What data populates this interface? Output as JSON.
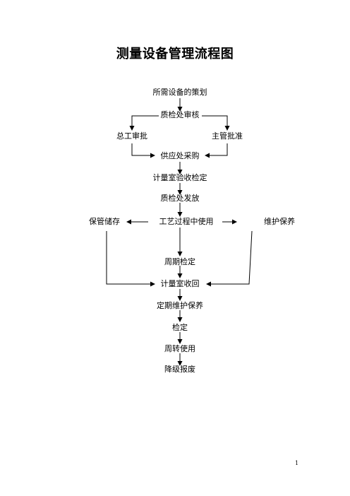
{
  "title": "测量设备管理流程图",
  "nodes": {
    "planning": "所需设备的策划",
    "qc_review": "质检处审核",
    "chief_engineer": "总工审批",
    "supervisor": "主管批准",
    "procurement": "供应处采购",
    "acceptance": "计量室验收检定",
    "issue": "质检处发放",
    "storage": "保管储存",
    "in_use": "工艺过程中使用",
    "maintenance": "维护保养",
    "periodic_check": "周期检定",
    "recall": "计量室收回",
    "regular_maintenance": "定期维护保养",
    "verification": "检定",
    "rotation": "周转使用",
    "scrap": "降级报废"
  },
  "page_number": "1"
}
